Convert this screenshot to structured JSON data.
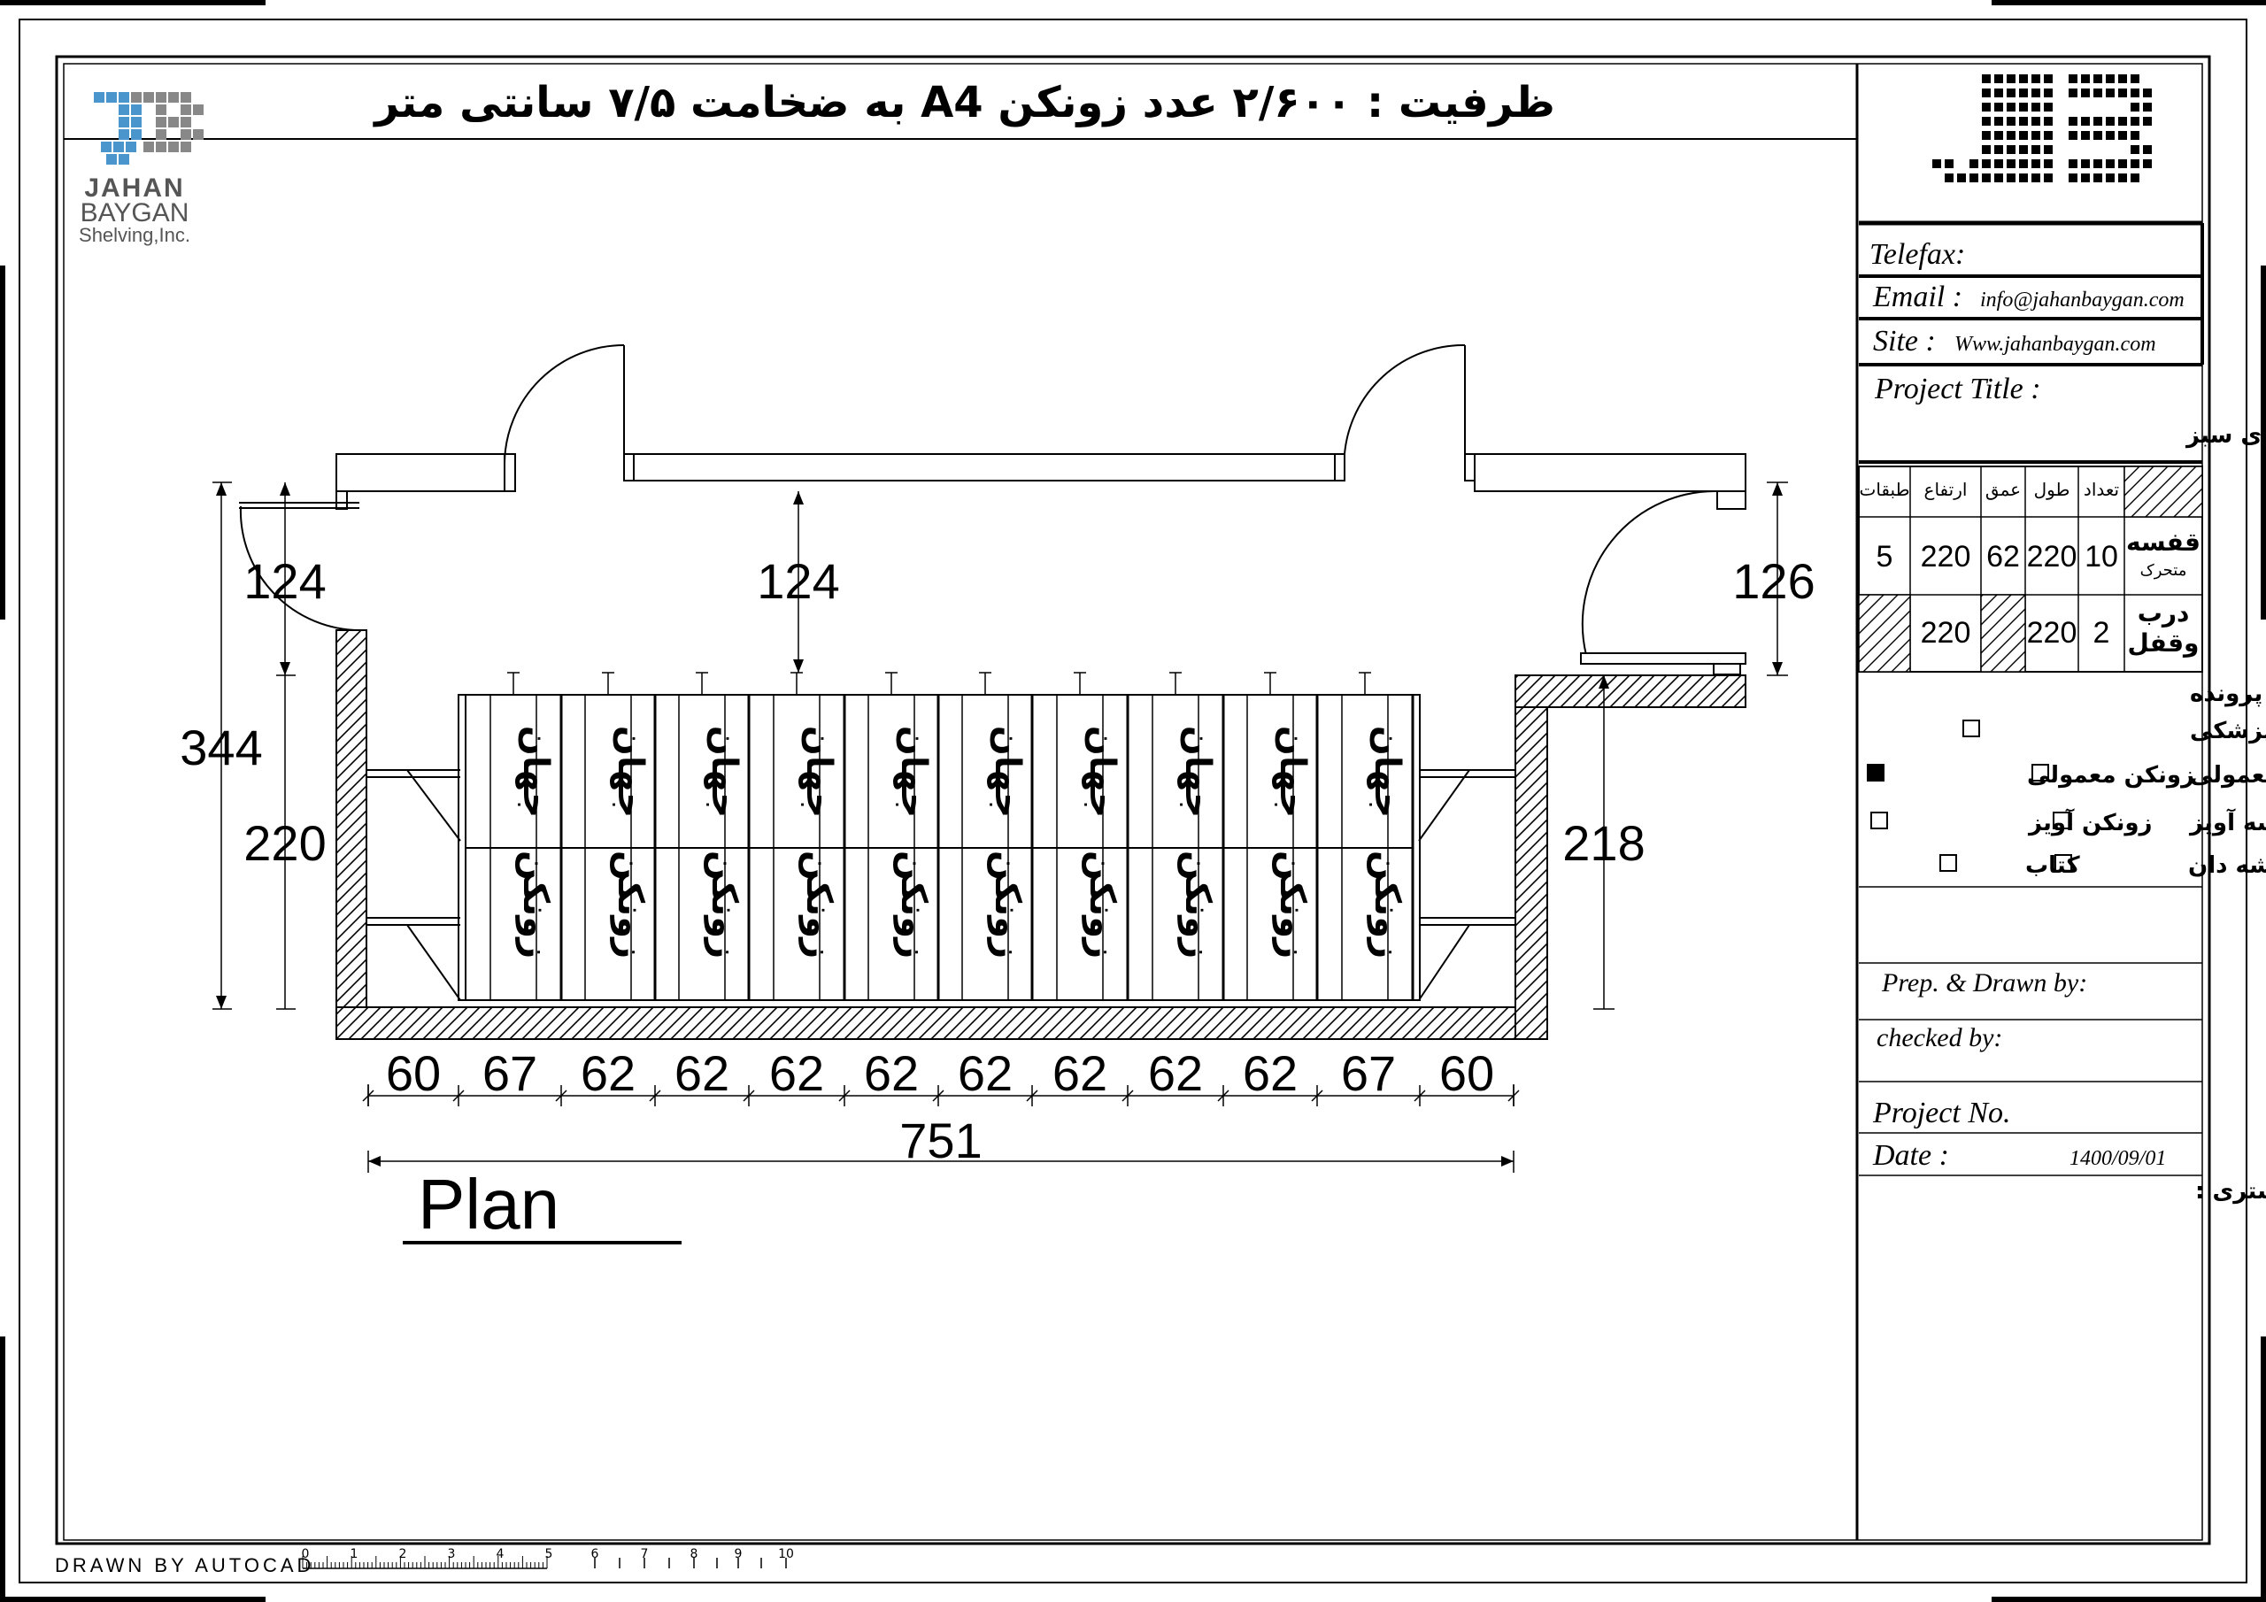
{
  "title": "ظرفیت : ۲/۶۰۰ عدد زونکن A4 به ضخامت ۷/۵ سانتی متر",
  "brand": {
    "line1": "JAHAN",
    "line2": "BAYGAN",
    "line3": "Shelving,Inc."
  },
  "plan_label": "Plan",
  "footer": {
    "drawn_by": "DRAWN BY AUTOCAD",
    "scale": [
      "0",
      "1",
      "2",
      "3",
      "4",
      "5",
      "6",
      "7",
      "8",
      "9",
      "10"
    ]
  },
  "dimensions": {
    "left_top": "124",
    "center_top": "124",
    "right_top": "126",
    "overall_height": "344",
    "left_height": "220",
    "right_height": "218",
    "total_width": "751",
    "bays": [
      "60",
      "67",
      "62",
      "62",
      "62",
      "62",
      "62",
      "62",
      "62",
      "62",
      "67",
      "60"
    ]
  },
  "shelf_labels": {
    "top": "جهان",
    "bottom": "زونکن"
  },
  "info": {
    "telefax_label": "Telefax:",
    "email_label": "Email :",
    "email_value": "info@jahanbaygan.com",
    "site_label": "Site :",
    "site_value": "Www.jahanbaygan.com",
    "project_title_label": "Project Title :",
    "project_title_value": "شرکت پالیز دنیای سبز",
    "table": {
      "headers": [
        "تعداد",
        "طول",
        "عمق",
        "ارتفاع",
        "طبقات"
      ],
      "rows": [
        {
          "name": "قفسه",
          "sub": "متحرک",
          "count": "10",
          "length": "220",
          "depth": "62",
          "height": "220",
          "levels": "5"
        },
        {
          "name": "درب",
          "sub": "وقفل",
          "count": "2",
          "length": "220",
          "depth": "",
          "height": "220",
          "levels": ""
        }
      ]
    },
    "file_type_title": "نوع پرونده",
    "file_types": [
      {
        "label": "پوشه مدارک پزشکی",
        "checked": false
      },
      {
        "label": "پوشه معمولی",
        "checked": false
      },
      {
        "label": "زونکن معمولی",
        "checked": true
      },
      {
        "label": "پوشه آویز",
        "checked": false
      },
      {
        "label": "زونکن آویز",
        "checked": false
      },
      {
        "label": "پوشه دان",
        "checked": false
      },
      {
        "label": "کتاب",
        "checked": false
      }
    ],
    "prep_label": "Prep. & Drawn by:",
    "checked_label": "checked by:",
    "project_no_label": "Project No.",
    "date_label": "Date :",
    "date_value": "1400/09/01",
    "signature_label": "مهر و امضا مشتری :"
  }
}
